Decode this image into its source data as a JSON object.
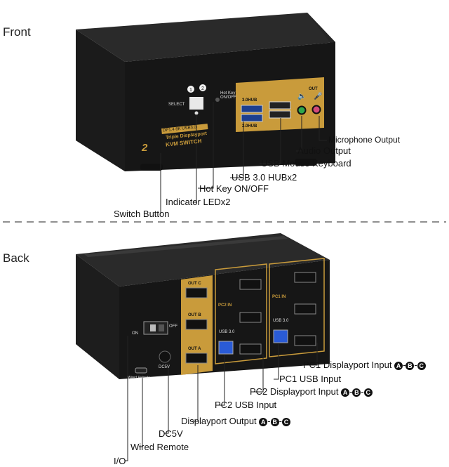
{
  "sections": {
    "front": "Front",
    "back": "Back"
  },
  "front": {
    "panel": {
      "select": "SELECT",
      "hotkey": "Hot Key\nON/OFF",
      "hub30": "3.0HUB",
      "hub20": "2.0HUB",
      "out": "OUT",
      "brand_line1": "DP1.4  8K  USB3.0",
      "brand_line2": "Triple Displayport",
      "brand_line3": "KVM SWITCH",
      "brand_num": "2"
    },
    "labels": {
      "microphone": "Microphone Output",
      "audio": "Audio Output",
      "usb_mouse": "USB Mouse Keyboard",
      "usb_hub": "USB 3.0 HUBx2",
      "hotkey": "Hot Key ON/OFF",
      "indicator": "Indicator LEDx2",
      "switch": "Switch Button"
    }
  },
  "back": {
    "panel": {
      "on": "ON",
      "off": "OFF",
      "out_c": "OUT C",
      "out_b": "OUT B",
      "out_a": "OUT A",
      "pc2_in": "PC2 IN",
      "pc1_in": "PC1 IN",
      "usb30_left": "USB 3.0",
      "usb30_right": "USB 3.0",
      "wired_remote": "Wired Remote",
      "dc5v": "DC5V"
    },
    "labels": {
      "pc1_dp": "PC1 Displayport Input",
      "pc1_usb": "PC1 USB Input",
      "pc2_dp": "PC2 Displayport Input",
      "pc2_usb": "PC2 USB Input",
      "dp_out": "Displayport Output",
      "dc5v": "DC5V",
      "wired_remote": "Wired Remote",
      "io": "I/O"
    },
    "abc": [
      "A",
      "B",
      "C"
    ]
  }
}
